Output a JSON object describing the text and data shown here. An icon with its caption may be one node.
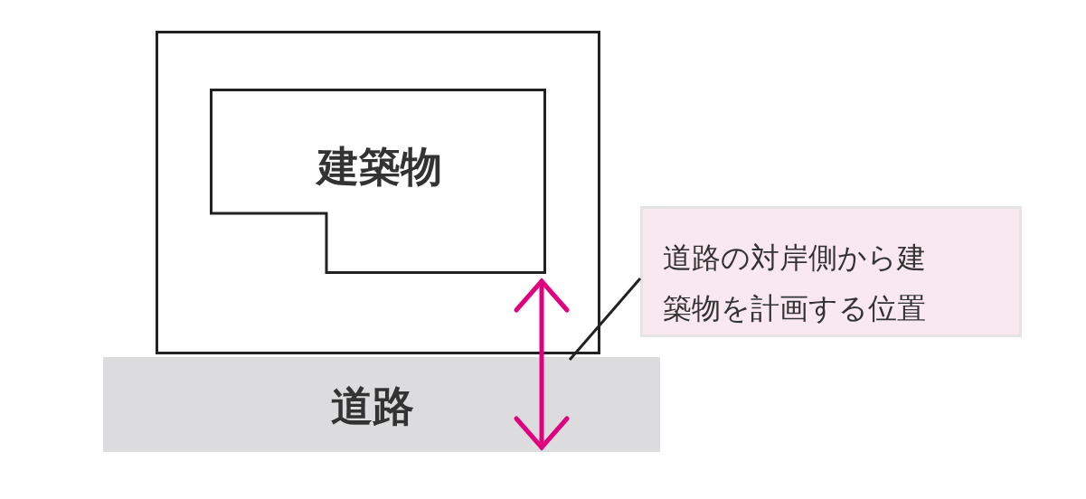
{
  "diagram": {
    "nodes": [
      {
        "text": [],
        "shape": "box"
      },
      {
        "text": [
          "建築物"
        ],
        "in": 0
      },
      {
        "text": [
          "道路"
        ]
      },
      {
        "text": [
          "道路の対岸側から建築物を計画する位置"
        ]
      },
      {
        "text": [],
        "shape": "arrow"
      }
    ],
    "edges": [
      {
        "from": 3,
        "to": 4,
        "arrow": "none"
      }
    ]
  }
}
